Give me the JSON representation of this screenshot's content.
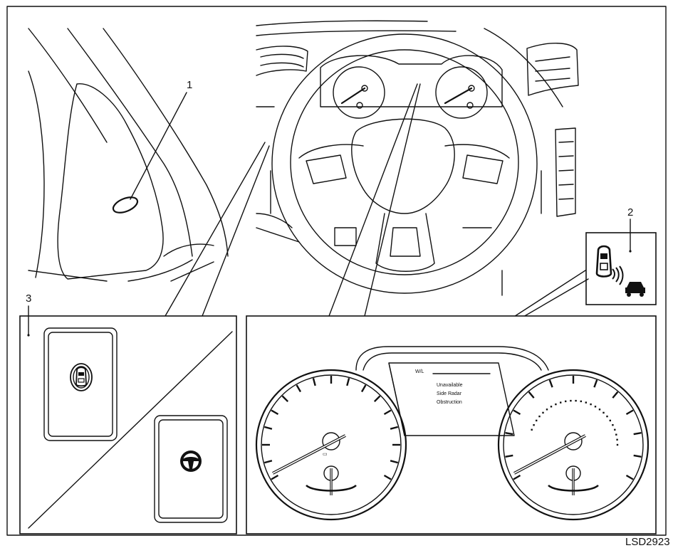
{
  "callouts": {
    "c1": "1",
    "c2": "2",
    "c3": "3"
  },
  "display": {
    "line1": "Unavailable",
    "line2": "Side Radar",
    "line3": "Obstruction",
    "icon_text": "W/L"
  },
  "figure_code": "LSD2923",
  "icons": {
    "side_radar": "side-radar-warning-icon",
    "steering": "steering-wheel-icon",
    "switch_car": "car-radar-switch-icon"
  }
}
